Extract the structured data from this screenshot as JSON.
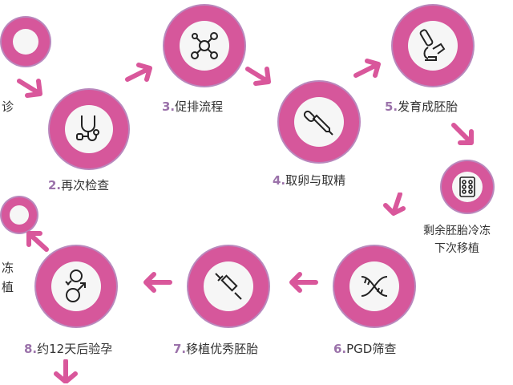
{
  "colors": {
    "ring": "#d6579b",
    "ring_border": "#b988bd",
    "number": "#9b72aa",
    "arrow": "#d9579b",
    "text": "#333333"
  },
  "steps": [
    {
      "number": "",
      "label": "诊",
      "icon": "partial-circle"
    },
    {
      "number": "2.",
      "label": "再次检查",
      "icon": "stethoscope-icon"
    },
    {
      "number": "3.",
      "label": "促排流程",
      "icon": "molecule-icon"
    },
    {
      "number": "4.",
      "label": "取卵与取精",
      "icon": "pipette-icon"
    },
    {
      "number": "5.",
      "label": "发育成胚胎",
      "icon": "microscope-icon"
    },
    {
      "number": "",
      "label_line1": "剩余胚胎冷冻",
      "label_line2": "下次移植",
      "icon": "embryo-plate-icon"
    },
    {
      "number": "6.",
      "label": "PGD筛查",
      "icon": "dna-icon"
    },
    {
      "number": "7.",
      "label": "移植优秀胚胎",
      "icon": "syringe-icon"
    },
    {
      "number": "8.",
      "label": "约12天后验孕",
      "icon": "gender-icon"
    },
    {
      "number": "",
      "label_line1": "冻",
      "label_line2": "植",
      "icon": "partial-circle"
    }
  ]
}
